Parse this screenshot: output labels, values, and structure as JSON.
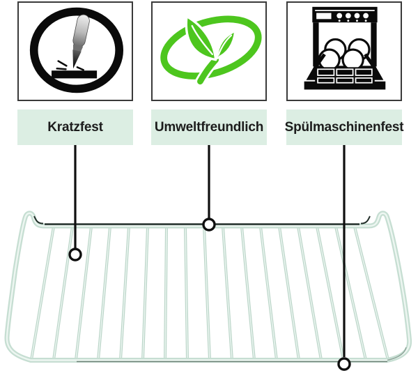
{
  "features": [
    {
      "label": "Kratzfest",
      "icon": "scratch-resistant-icon"
    },
    {
      "label": "Umweltfreundlich",
      "icon": "eco-friendly-icon"
    },
    {
      "label": "Spülmaschinenfest",
      "icon": "dishwasher-safe-icon"
    }
  ],
  "colors": {
    "label_background": "#dceee3",
    "label_text": "#1c1c1c",
    "icon_black": "#0a0a0a",
    "icon_border": "#3a3a3a",
    "eco_green": "#4dc61e",
    "callout_black": "#0f0f0f",
    "rack_mint": "#c6ded2",
    "rack_mint_light": "#edf6f1",
    "rack_dark_accent": "#232f2a"
  }
}
